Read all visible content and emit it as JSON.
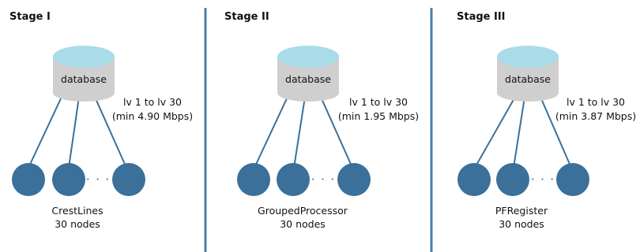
{
  "stages": [
    {
      "title": "Stage I",
      "database_label": "database",
      "range_label": "lv 1 to lv 30",
      "bandwidth_label": "(min 4.90 Mbps)",
      "group_name": "CrestLines",
      "node_count_label": "30 nodes"
    },
    {
      "title": "Stage II",
      "database_label": "database",
      "range_label": "lv 1 to lv 30",
      "bandwidth_label": "(min 1.95 Mbps)",
      "group_name": "GroupedProcessor",
      "node_count_label": "30 nodes"
    },
    {
      "title": "Stage III",
      "database_label": "database",
      "range_label": "lv 1 to lv 30",
      "bandwidth_label": "(min 3.87 Mbps)",
      "group_name": "PFRegister",
      "node_count_label": "30 nodes"
    }
  ],
  "ellipsis": "· · ·",
  "colors": {
    "node_fill": "#3a7099",
    "edge": "#3a7099",
    "divider": "#4a7fa6",
    "db_top": "#a9dbe9",
    "db_body": "#cfcfcf"
  }
}
